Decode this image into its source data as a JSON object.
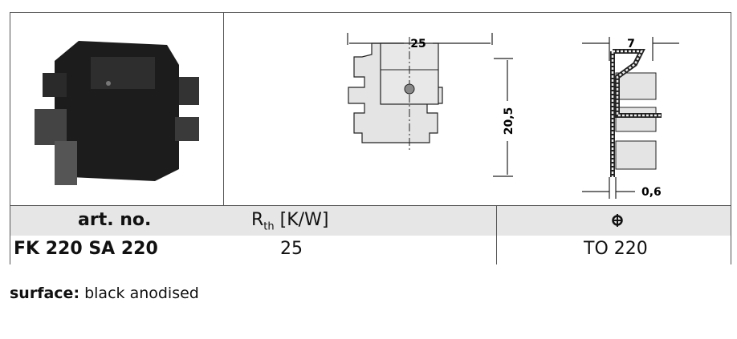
{
  "drawing": {
    "width_dim": "25",
    "height_dim": "20,5",
    "depth_dim": "7",
    "thickness_dim": "0,6"
  },
  "table": {
    "headers": {
      "art_no": "art. no.",
      "rth_main": "R",
      "rth_sub": "th",
      "rth_unit": "[K/W]",
      "package_icon": "transistor-package-icon"
    },
    "rows": [
      {
        "art_no": "FK 220 SA 220",
        "rth": "25",
        "package": "TO 220"
      }
    ]
  },
  "surface": {
    "label": "surface:",
    "value": "black anodised"
  }
}
